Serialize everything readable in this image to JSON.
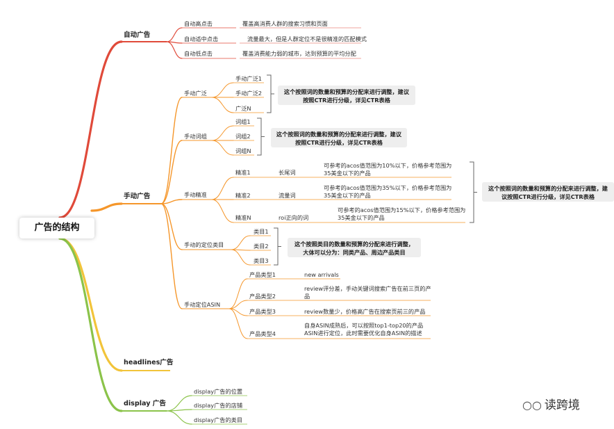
{
  "root": "广告的结构",
  "branches": {
    "auto": {
      "title": "自动广告",
      "items": [
        {
          "label": "自动高点击",
          "desc": "覆盖高消费人群的搜索习惯和页面"
        },
        {
          "label": "自动适中点击",
          "desc": "流量最大，但是人群定位不是很精准的匹配模式"
        },
        {
          "label": "自动低点击",
          "desc": "覆盖消费能力弱的城市，达到预算的平均分配"
        }
      ]
    },
    "manual": {
      "title": "手动广告",
      "broad": {
        "title": "手动广泛",
        "items": [
          "手动广泛1",
          "手动广泛2",
          "广泛N"
        ],
        "note": "这个按照词的数量和预算的分配来进行调整，建议按照CTR进行分级，详见CTR表格"
      },
      "groups": {
        "title": "手动词组",
        "items": [
          "词组1",
          "词组2",
          "词组N"
        ],
        "note": "这个按照词的数量和预算的分配来进行调整，建议按照CTR进行分级，详见CTR表格"
      },
      "exact": {
        "title": "手动精准",
        "items": [
          {
            "label": "精准1",
            "kw": "长尾词",
            "desc": "可参考的acos值范围为10%以下，价格参考范围为35美金以下的产品"
          },
          {
            "label": "精准2",
            "kw": "流量词",
            "desc": "可参考的acos值范围为35%以下，价格参考范围为35美金以下的产品"
          },
          {
            "label": "精准N",
            "kw": "roi正向的词",
            "desc": "可参考的acos值范围为15%以下，价格参考范围为35美金以下的产品"
          }
        ],
        "note": "这个按照词的数量和预算的分配来进行调整，建议按照CTR进行分级，详见CTR表格"
      },
      "category": {
        "title": "手动的定位类目",
        "items": [
          "类目1",
          "类目2",
          "类目3"
        ],
        "note": "这个按照类目的数量和预算的分配来进行调整，大体可以分为：同类产品、周边产品类目"
      },
      "asin": {
        "title": "手动定位ASIN",
        "items": [
          {
            "label": "产品类型1",
            "desc": "new arrivals"
          },
          {
            "label": "产品类型2",
            "desc": "review评分差，手动关键词搜索广告在前三页的产品"
          },
          {
            "label": "产品类型3",
            "desc": "review数量少，价格高广告在搜索页前三的产品"
          },
          {
            "label": "产品类型4",
            "desc": "自身ASIN成熟后，可以按照top1-top20的产品ASIN进行定位，此时需要优化自身ASIN的描述"
          }
        ]
      }
    },
    "headlines": {
      "title": "headlines广告"
    },
    "display": {
      "title": "display 广告",
      "items": [
        "display广告的位置",
        "display广告的店铺",
        "display广告的类目"
      ]
    }
  },
  "watermark": "读跨境",
  "colors": {
    "auto": "#e04a3a",
    "manual": "#f5962a",
    "headlines": "#f2c43a",
    "display": "#8bc34a",
    "bracket": "#666666"
  }
}
